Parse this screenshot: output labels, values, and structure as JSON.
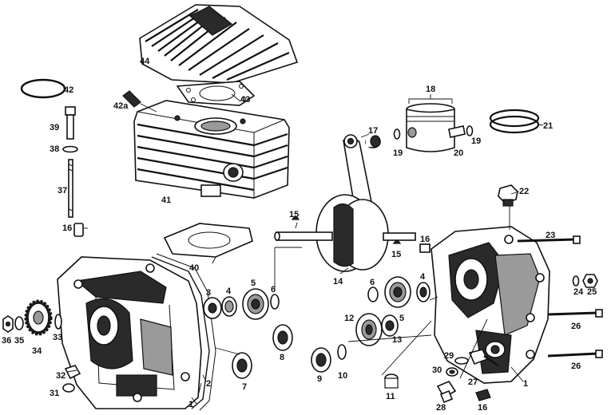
{
  "labels": {
    "l1a": "1",
    "l1b": "1",
    "l2": "2",
    "l3": "3",
    "l4a": "4",
    "l4b": "4",
    "l5a": "5",
    "l5b": "5",
    "l6a": "6",
    "l6b": "6",
    "l7": "7",
    "l8": "8",
    "l9": "9",
    "l10": "10",
    "l11": "11",
    "l12": "12",
    "l13": "13",
    "l14": "14",
    "l15a": "15",
    "l15b": "15",
    "l16a": "16",
    "l16b": "16",
    "l16c": "16",
    "l17": "17",
    "l18": "18",
    "l19a": "19",
    "l19b": "19",
    "l20": "20",
    "l21": "21",
    "l22": "22",
    "l23": "23",
    "l24": "24",
    "l25": "25",
    "l26a": "26",
    "l26b": "26",
    "l27": "27",
    "l28": "28",
    "l29": "29",
    "l30": "30",
    "l31": "31",
    "l32": "32",
    "l33": "33",
    "l34": "34",
    "l35": "35",
    "l36": "36",
    "l37": "37",
    "l38": "38",
    "l39": "39",
    "l40": "40",
    "l41": "41",
    "l42": "42",
    "l42a": "42a",
    "l43": "43",
    "l44": "44"
  }
}
